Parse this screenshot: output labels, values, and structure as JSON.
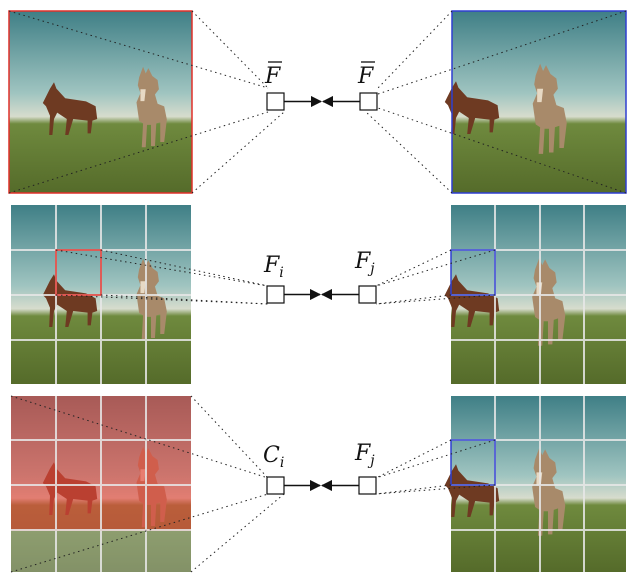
{
  "rows": [
    {
      "left_label": {
        "base": "F",
        "bar": true,
        "sub": ""
      },
      "right_label": {
        "base": "F",
        "bar": true,
        "sub": ""
      }
    },
    {
      "left_label": {
        "base": "F",
        "bar": false,
        "sub": "i"
      },
      "right_label": {
        "base": "F",
        "bar": false,
        "sub": "j"
      }
    },
    {
      "left_label": {
        "base": "C",
        "bar": false,
        "sub": "i"
      },
      "right_label": {
        "base": "F",
        "bar": false,
        "sub": "j"
      }
    }
  ],
  "colors": {
    "left_highlight": "#e0302a",
    "right_highlight": "#2f3fd0",
    "grid": "#e8e8e8",
    "overlay_red": "#e8443a"
  }
}
